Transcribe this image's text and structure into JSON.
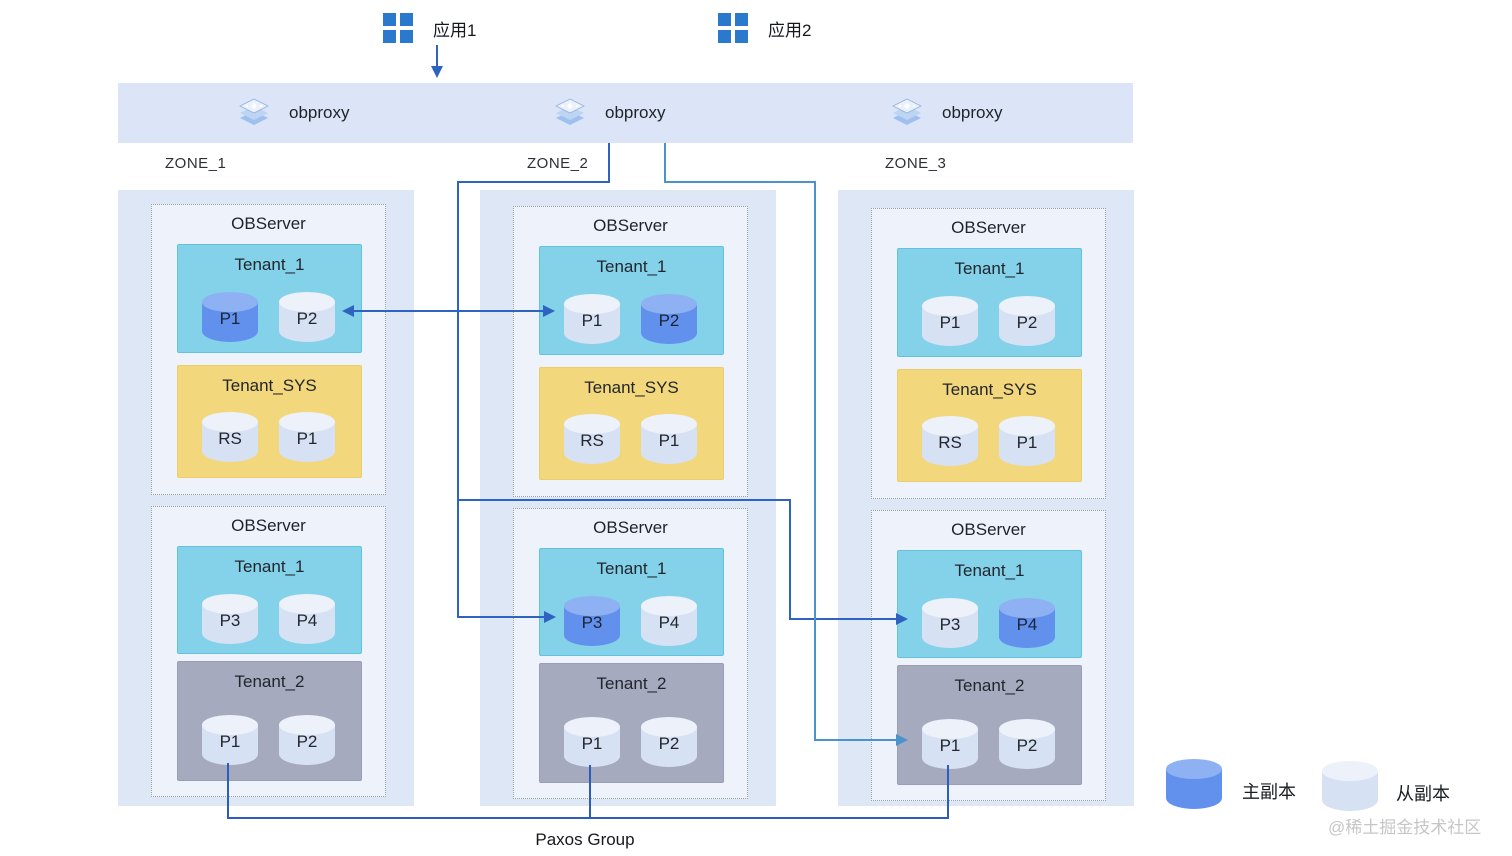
{
  "apps": [
    {
      "label": "应用1"
    },
    {
      "label": "应用2"
    }
  ],
  "proxies": [
    {
      "label": "obproxy"
    },
    {
      "label": "obproxy"
    },
    {
      "label": "obproxy"
    }
  ],
  "zones": [
    {
      "label": "ZONE_1",
      "observers": [
        {
          "title": "OBServer",
          "tenants": [
            {
              "name": "Tenant_1",
              "type": "user",
              "replicas": [
                {
                  "label": "P1",
                  "role": "primary"
                },
                {
                  "label": "P2",
                  "role": "follower"
                }
              ]
            },
            {
              "name": "Tenant_SYS",
              "type": "sys",
              "replicas": [
                {
                  "label": "RS",
                  "role": "follower"
                },
                {
                  "label": "P1",
                  "role": "follower"
                }
              ]
            }
          ]
        },
        {
          "title": "OBServer",
          "tenants": [
            {
              "name": "Tenant_1",
              "type": "user",
              "replicas": [
                {
                  "label": "P3",
                  "role": "follower"
                },
                {
                  "label": "P4",
                  "role": "follower"
                }
              ]
            },
            {
              "name": "Tenant_2",
              "type": "t2",
              "replicas": [
                {
                  "label": "P1",
                  "role": "follower"
                },
                {
                  "label": "P2",
                  "role": "follower"
                }
              ]
            }
          ]
        }
      ]
    },
    {
      "label": "ZONE_2",
      "observers": [
        {
          "title": "OBServer",
          "tenants": [
            {
              "name": "Tenant_1",
              "type": "user",
              "replicas": [
                {
                  "label": "P1",
                  "role": "follower"
                },
                {
                  "label": "P2",
                  "role": "primary"
                }
              ]
            },
            {
              "name": "Tenant_SYS",
              "type": "sys",
              "replicas": [
                {
                  "label": "RS",
                  "role": "follower"
                },
                {
                  "label": "P1",
                  "role": "follower"
                }
              ]
            }
          ]
        },
        {
          "title": "OBServer",
          "tenants": [
            {
              "name": "Tenant_1",
              "type": "user",
              "replicas": [
                {
                  "label": "P3",
                  "role": "primary"
                },
                {
                  "label": "P4",
                  "role": "follower"
                }
              ]
            },
            {
              "name": "Tenant_2",
              "type": "t2",
              "replicas": [
                {
                  "label": "P1",
                  "role": "follower"
                },
                {
                  "label": "P2",
                  "role": "follower"
                }
              ]
            }
          ]
        }
      ]
    },
    {
      "label": "ZONE_3",
      "observers": [
        {
          "title": "OBServer",
          "tenants": [
            {
              "name": "Tenant_1",
              "type": "user",
              "replicas": [
                {
                  "label": "P1",
                  "role": "follower"
                },
                {
                  "label": "P2",
                  "role": "follower"
                }
              ]
            },
            {
              "name": "Tenant_SYS",
              "type": "sys",
              "replicas": [
                {
                  "label": "RS",
                  "role": "follower"
                },
                {
                  "label": "P1",
                  "role": "follower"
                }
              ]
            }
          ]
        },
        {
          "title": "OBServer",
          "tenants": [
            {
              "name": "Tenant_1",
              "type": "user",
              "replicas": [
                {
                  "label": "P3",
                  "role": "follower"
                },
                {
                  "label": "P4",
                  "role": "primary"
                }
              ]
            },
            {
              "name": "Tenant_2",
              "type": "t2",
              "replicas": [
                {
                  "label": "P1",
                  "role": "follower"
                },
                {
                  "label": "P2",
                  "role": "follower"
                }
              ]
            }
          ]
        }
      ]
    }
  ],
  "paxos": {
    "label": "Paxos Group"
  },
  "legend": [
    {
      "label": "主副本",
      "role": "primary"
    },
    {
      "label": "从副本",
      "role": "follower"
    }
  ],
  "watermark": "@稀土掘金技术社区",
  "colors": {
    "primary_replica": "#6191ec",
    "follower_replica": "#d7e1f4",
    "tenant_user": "#84d2ea",
    "tenant_sys": "#f3d77c",
    "tenant_2": "#a6aabf",
    "proxy_band": "#dbe5f7",
    "zone_fill": "#dde7f6",
    "connector_dark": "#2f63c0",
    "connector_light": "#4b93cc",
    "app_icon_blue": "#2b79cc"
  }
}
